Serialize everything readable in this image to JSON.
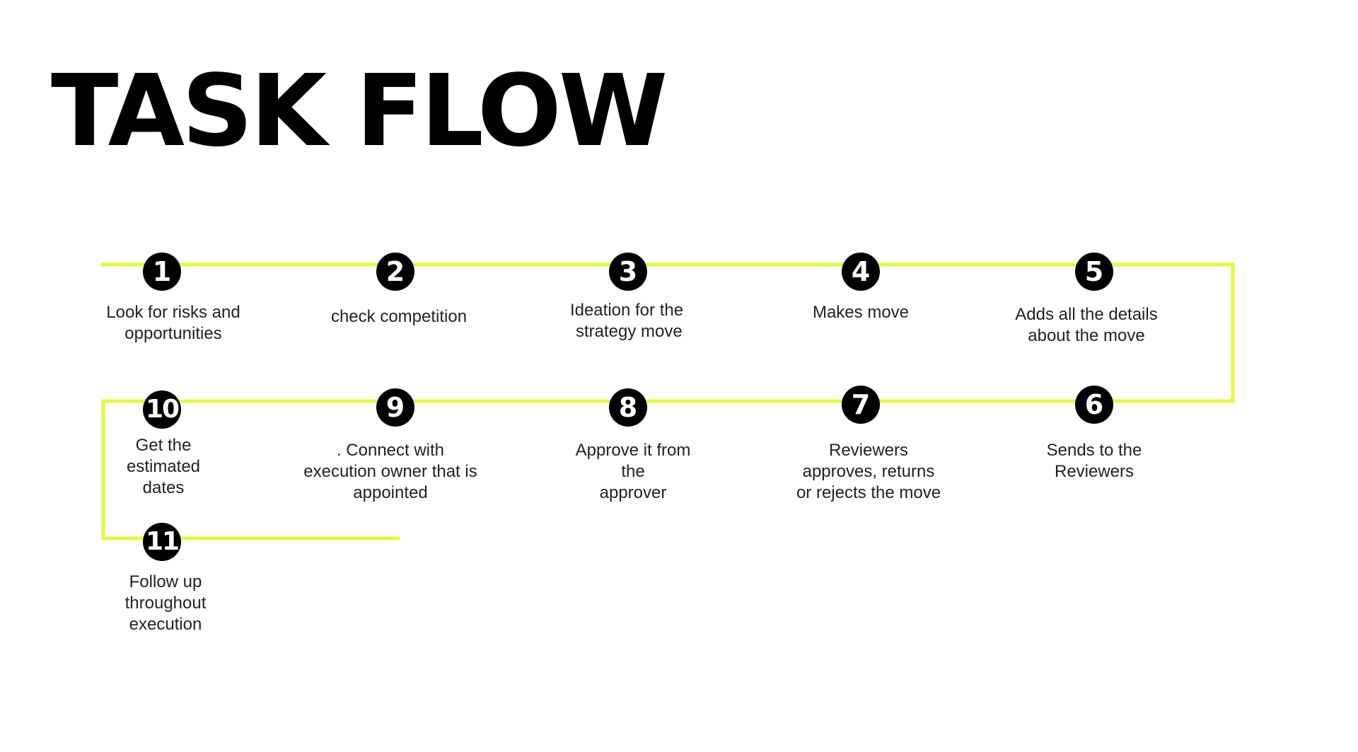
{
  "title": "TASK FLOW",
  "colors": {
    "line": "#e5f83a",
    "circle": "#000000",
    "circle_text": "#ffffff",
    "text": "#222222"
  },
  "steps": [
    {
      "number": "1",
      "label": "Look for risks and\nopportunities"
    },
    {
      "number": "2",
      "label": "check competition"
    },
    {
      "number": "3",
      "label": "Ideation for the\n strategy move"
    },
    {
      "number": "4",
      "label": "Makes move"
    },
    {
      "number": "5",
      "label": "Adds all the details\nabout the move"
    },
    {
      "number": "6",
      "label": "Sends to the\nReviewers"
    },
    {
      "number": "7",
      "label": "Reviewers\napproves, returns\nor rejects the move"
    },
    {
      "number": "8",
      "label": "Approve it from\nthe\napprover"
    },
    {
      "number": "9",
      "label": ". Connect with\nexecution owner that is\nappointed"
    },
    {
      "number": "10",
      "label": "Get the\nestimated\ndates"
    },
    {
      "number": "11",
      "label": "Follow up\nthroughout\nexecution"
    }
  ]
}
